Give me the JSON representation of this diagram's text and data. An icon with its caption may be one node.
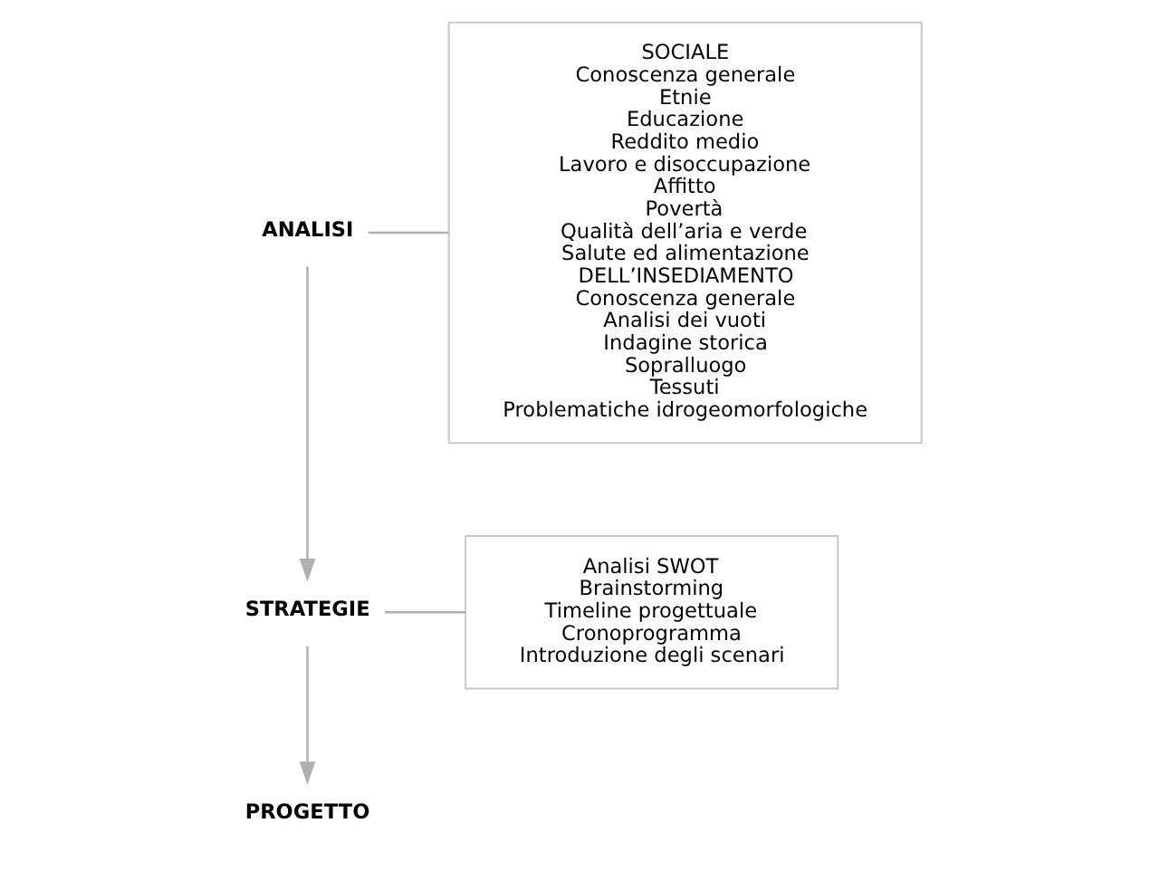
{
  "diagram": {
    "nodes": [
      {
        "text": [
          "ANALISI"
        ]
      },
      {
        "text": [
          "SOCIALE",
          "Conoscenza generale",
          "Etnie",
          "Educazione",
          "Reddito medio",
          "Lavoro e disoccupazione",
          "Affitto",
          "Povertà",
          "Qualità dell’aria e verde",
          "Salute ed alimentazione",
          "DELL’INSEDIAMENTO",
          "Conoscenza generale",
          "Analisi dei vuoti",
          "Indagine storica",
          "Sopralluogo",
          "Tessuti",
          "Problematiche idrogeomorfologiche"
        ]
      },
      {
        "text": [
          "STRATEGIE"
        ]
      },
      {
        "text": [
          "Analisi SWOT",
          "Brainstorming",
          "Timeline progettuale",
          "Cronoprogramma",
          "Introduzione degli scenari"
        ]
      },
      {
        "text": [
          "PROGETTO"
        ]
      }
    ],
    "edges": [
      {
        "from": 0,
        "to": 1,
        "arrow": "none"
      },
      {
        "from": 0,
        "to": 2,
        "arrow": "to"
      },
      {
        "from": 2,
        "to": 3,
        "arrow": "none"
      },
      {
        "from": 2,
        "to": 4,
        "arrow": "to"
      }
    ]
  }
}
